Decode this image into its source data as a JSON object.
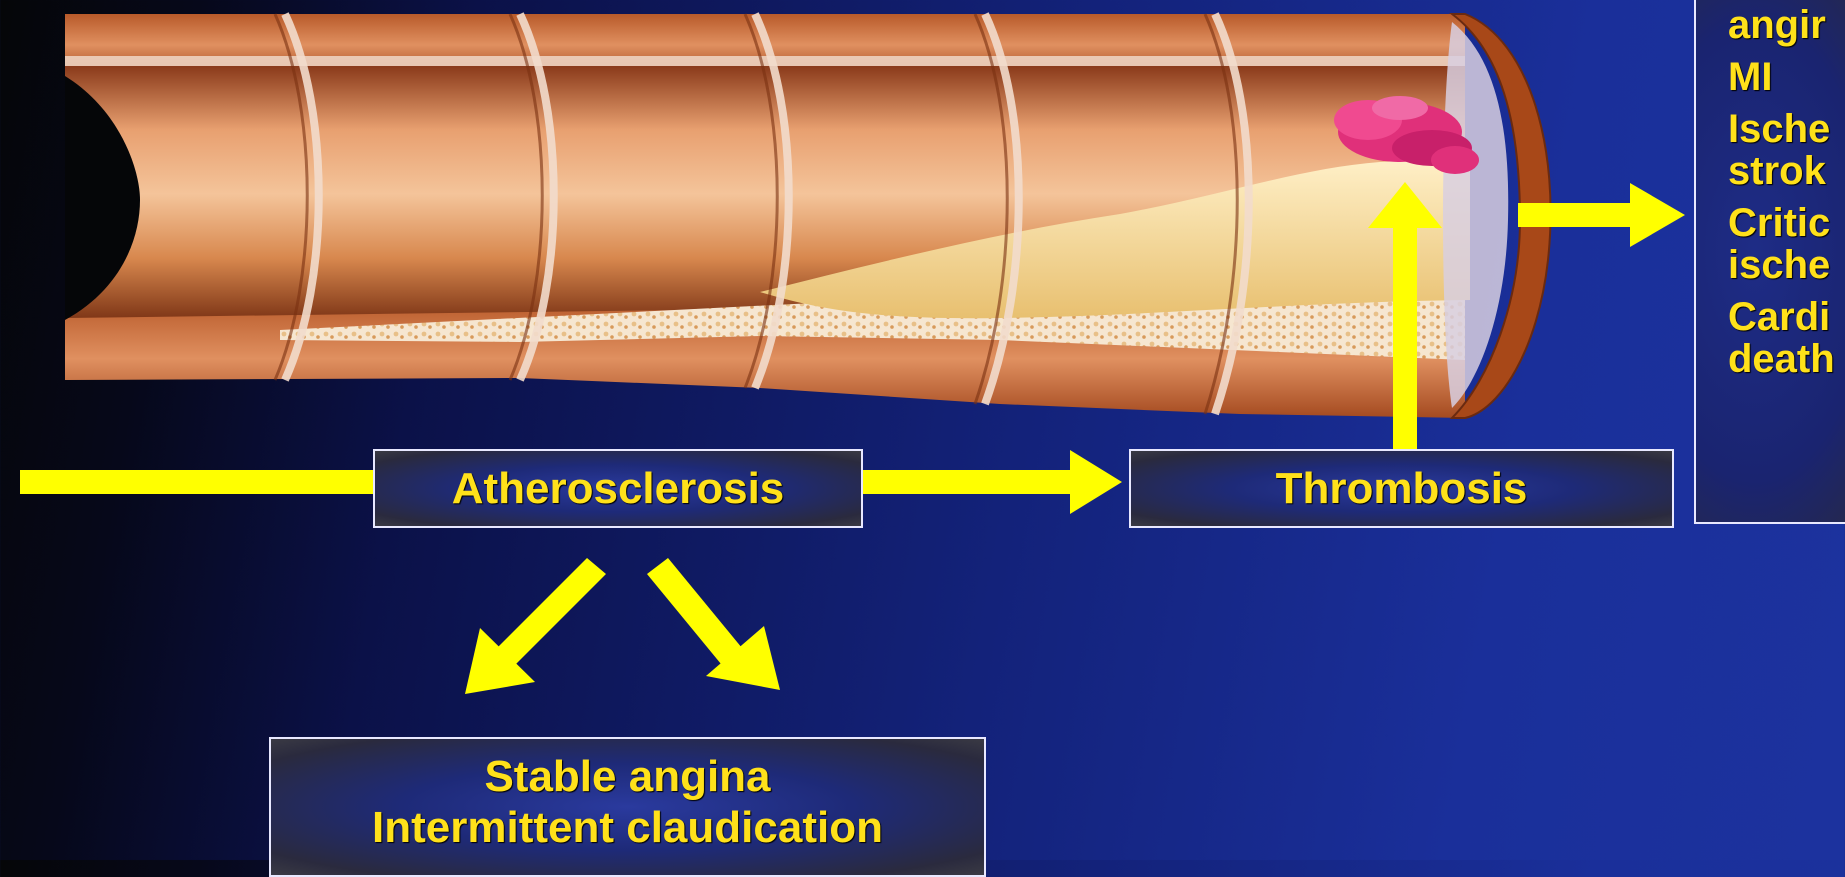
{
  "colors": {
    "arrow": "#ffff00",
    "label_text": "#ffe11a",
    "box_border": "#e8e8ff",
    "plaque_thrombus": "#e0307a",
    "artery_wall": "#c86a3a"
  },
  "labels": {
    "atherosclerosis": "Atherosclerosis",
    "thrombosis": "Thrombosis",
    "stable_line1": "Stable angina",
    "stable_line2": "Intermittent claudication"
  },
  "outcomes": [
    "angir",
    "MI",
    "Ische\nstrok",
    "Critic\nische",
    "Cardi\ndeath"
  ]
}
